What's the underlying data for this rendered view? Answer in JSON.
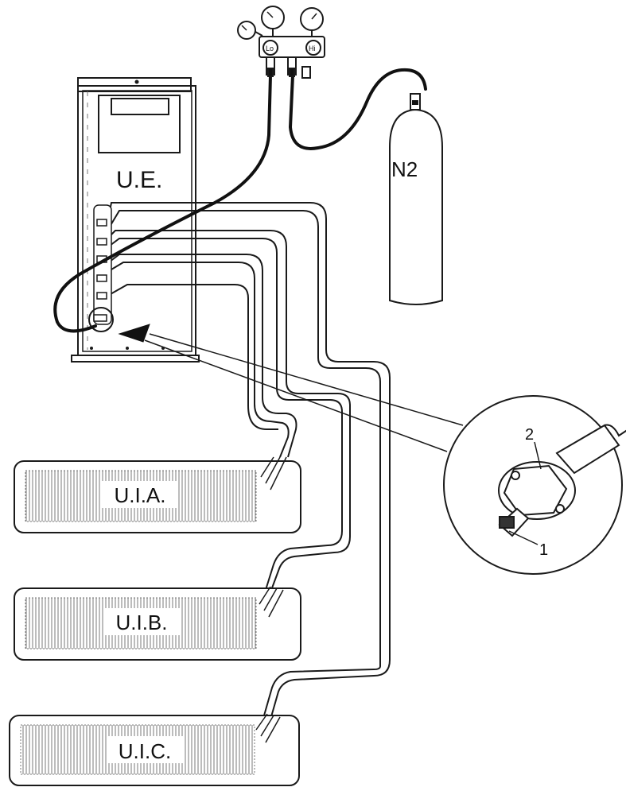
{
  "labels": {
    "outdoor_unit": "U.E.",
    "gas_cylinder": "N2",
    "gauge_low": "Lo",
    "gauge_high": "Hi",
    "indoor_unit_a": "U.I.A.",
    "indoor_unit_b": "U.I.B.",
    "indoor_unit_c": "U.I.C.",
    "callout_1": "1",
    "callout_2": "2"
  },
  "colors": {
    "line": "#1a1a1a",
    "hose": "#111111",
    "fill": "#ffffff",
    "hatch": "#6b6b6b"
  }
}
